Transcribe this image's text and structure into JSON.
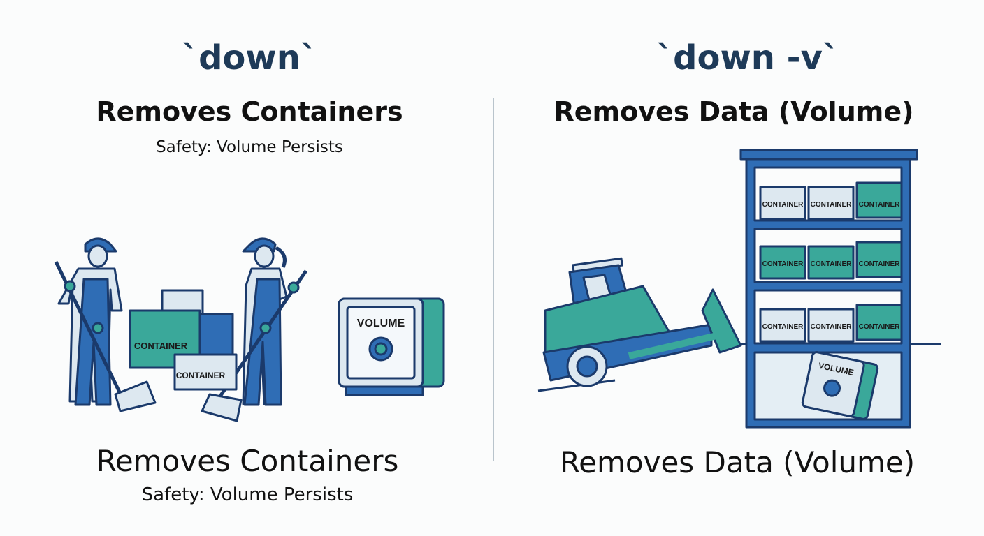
{
  "left": {
    "command": "`down`",
    "heading": "Removes Containers",
    "subheading": "Safety: Volume Persists",
    "bottom_heading": "Removes Containers",
    "bottom_subheading": "Safety: Volume Persists",
    "box_labels": [
      "CONTAINER",
      "CONTAINER"
    ],
    "safe_label": "VOLUME"
  },
  "right": {
    "command": "`down -v`",
    "heading": "Removes Data (Volume)",
    "bottom_heading": "Removes Data (Volume)",
    "shelf_labels": [
      "CONTAINER",
      "CONTAINER",
      "CONTAINER",
      "CONTAINER",
      "CONTAINER",
      "CONTAINER",
      "CONTAINER",
      "CONTAINER",
      "CONTAINER"
    ],
    "safe_label": "VOLUME"
  },
  "colors": {
    "outline": "#1b3a6b",
    "blue": "#2f6db5",
    "teal": "#3aa89a",
    "light": "#dde8f0"
  }
}
